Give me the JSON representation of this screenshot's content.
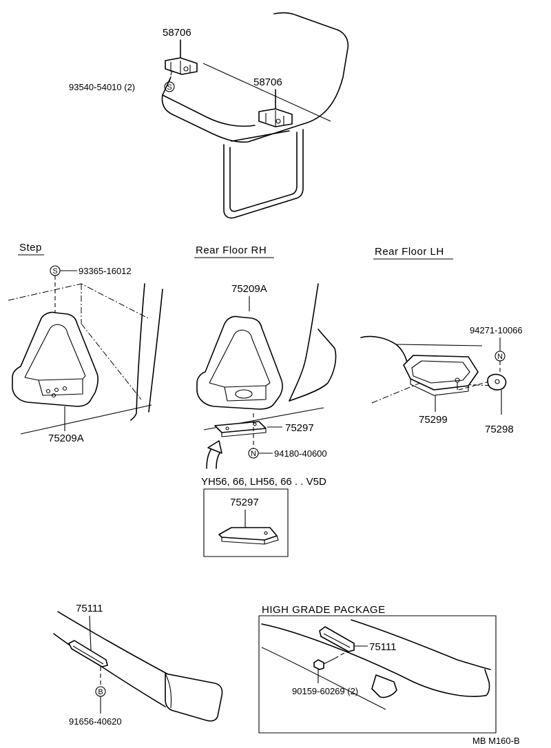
{
  "diagram": {
    "top": {
      "part_58706_a": "58706",
      "part_58706_b": "58706",
      "bolt_label": "93540-54010 (2)",
      "bolt_symbol": "S"
    },
    "step": {
      "header": "Step",
      "screw_symbol": "S",
      "screw_label": "93365-16012",
      "part_label": "75209A"
    },
    "rear_floor_rh": {
      "header": "Rear Floor RH",
      "part_75209A": "75209A",
      "part_75297": "75297",
      "nut_symbol": "N",
      "nut_label": "94180-40600",
      "variant_caption": "YH56, 66, LH56, 66 . . V5D",
      "variant_part": "75297"
    },
    "rear_floor_lh": {
      "header": "Rear Floor LH",
      "nut_label": "94271-10066",
      "nut_symbol": "N",
      "part_75299": "75299",
      "part_75298": "75298"
    },
    "bumper": {
      "part_75111": "75111",
      "bolt_symbol": "B",
      "bolt_label": "91656-40620"
    },
    "high_grade": {
      "header": "HIGH  GRADE  PACKAGE",
      "part_75111": "75111",
      "screw_label": "90159-60269 (2)"
    },
    "code": "MB  M160-B"
  }
}
